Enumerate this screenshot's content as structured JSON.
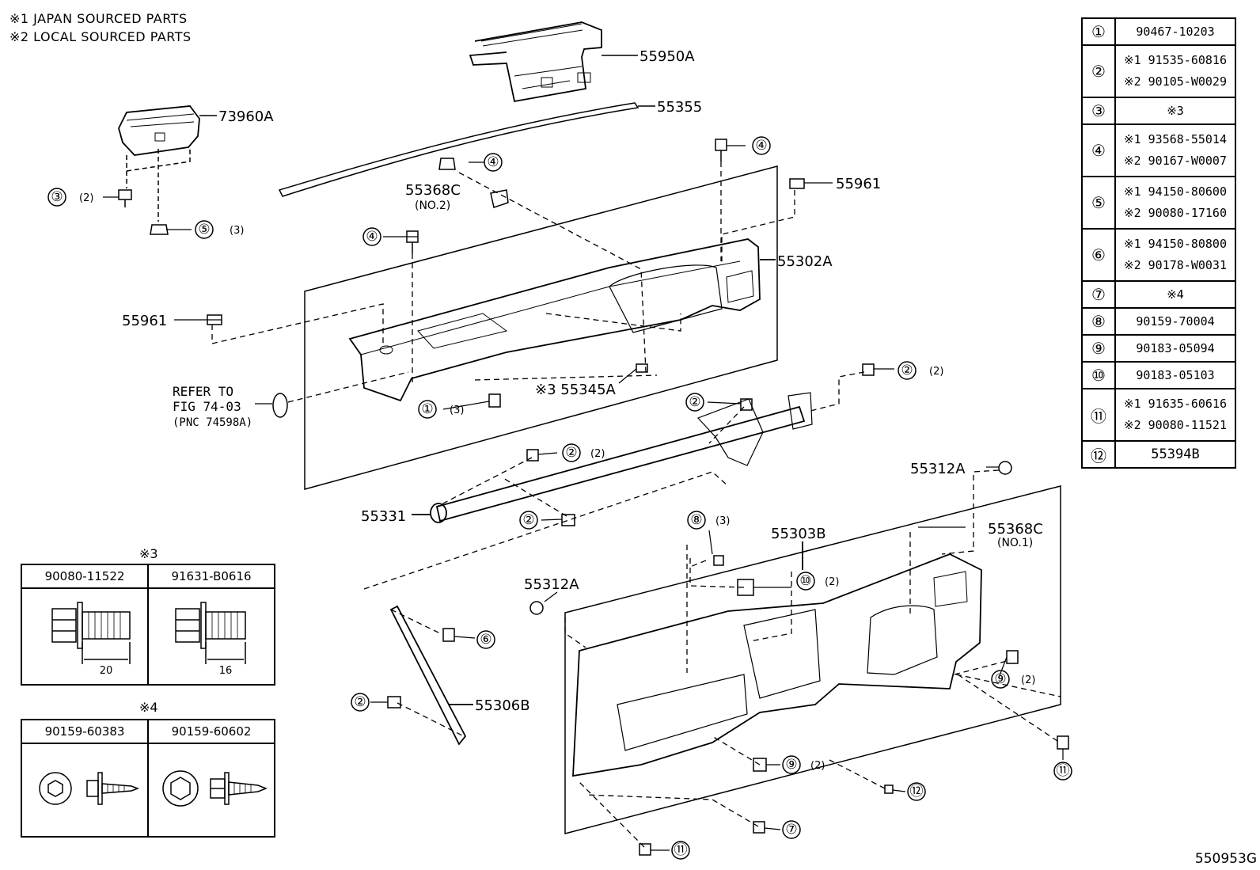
{
  "notes": {
    "japan": "※1 JAPAN SOURCED PARTS",
    "local": "※2 LOCAL SOURCED PARTS"
  },
  "figure_id": "550953G",
  "callouts": {
    "p55950A": "55950A",
    "p55355": "55355",
    "p73960A": "73960A",
    "p55368C_2": "55368C",
    "no2": "(NO.2)",
    "p55961_top": "55961",
    "p55961_left": "55961",
    "p55302A": "55302A",
    "refer_1": "REFER TO",
    "refer_2": "FIG 74-03",
    "refer_3": "(PNC 74598A)",
    "p55345A": "※3 55345A",
    "p55331": "55331",
    "p55312A_r": "55312A",
    "p55368C_1": "55368C",
    "no1": "(NO.1)",
    "p55303B": "55303B",
    "p55312A_l": "55312A",
    "p55306B": "55306B",
    "qty2": "(2)",
    "qty3": "(3)"
  },
  "key_rows": [
    {
      "num": "①",
      "lines": [
        "90467-10203"
      ]
    },
    {
      "num": "②",
      "lines": [
        "※1 91535-60816",
        "※2 90105-W0029"
      ]
    },
    {
      "num": "③",
      "lines": [
        "※3"
      ]
    },
    {
      "num": "④",
      "lines": [
        "※1 93568-55014",
        "※2 90167-W0007"
      ]
    },
    {
      "num": "⑤",
      "lines": [
        "※1 94150-80600",
        "※2 90080-17160"
      ]
    },
    {
      "num": "⑥",
      "lines": [
        "※1 94150-80800",
        "※2 90178-W0031"
      ]
    },
    {
      "num": "⑦",
      "lines": [
        "※4"
      ]
    },
    {
      "num": "⑧",
      "lines": [
        "90159-70004"
      ]
    },
    {
      "num": "⑨",
      "lines": [
        "90183-05094"
      ]
    },
    {
      "num": "⑩",
      "lines": [
        "90183-05103"
      ]
    },
    {
      "num": "⑪",
      "lines": [
        "※1 91635-60616",
        "※2 90080-11521"
      ]
    },
    {
      "num": "⑫",
      "lines": [
        "55394B"
      ]
    }
  ],
  "spec3": {
    "title": "※3",
    "col1": "90080-11522",
    "col2": "91631-B0616",
    "dim1": "20",
    "dim2": "16"
  },
  "spec4": {
    "title": "※4",
    "col1": "90159-60383",
    "col2": "90159-60602"
  },
  "circled": {
    "c1": "①",
    "c2": "②",
    "c3": "③",
    "c4": "④",
    "c5": "⑤",
    "c6": "⑥",
    "c7": "⑦",
    "c8": "⑧",
    "c9": "⑨",
    "c10": "⑩",
    "c11": "⑪",
    "c12": "⑫"
  }
}
